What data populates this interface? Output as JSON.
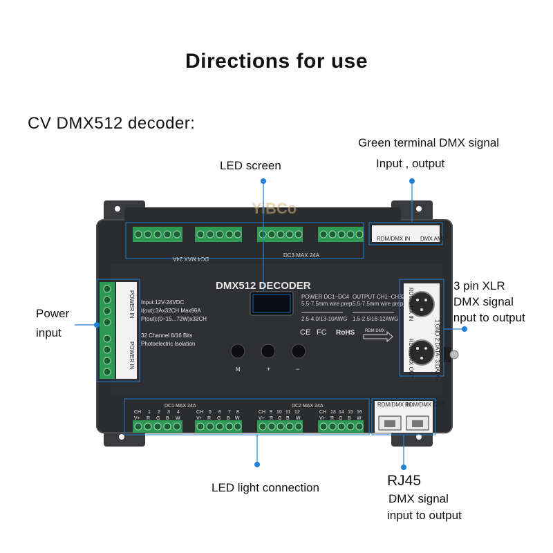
{
  "heading": {
    "title": "Directions for use",
    "subtitle": "CV DMX512 decoder:"
  },
  "callouts": {
    "led_screen": "LED screen",
    "green_terminal_line1": "Green terminal DMX signal",
    "green_terminal_line2": "Input , output",
    "xlr_line1": "3 pin XLR",
    "xlr_line2": "DMX signal",
    "xlr_line3": "input to output",
    "power_line1": "Power",
    "power_line2": "input",
    "led_light": "LED light connection",
    "rj45_title": "RJ45",
    "rj45_line1": "DMX signal",
    "rj45_line2": "input to output"
  },
  "device": {
    "brand_watermark": "YiBCo",
    "model": "DMX512 DECODER",
    "spec_input": "Input:12V-24VDC",
    "spec_iout": "I(out):3Ax32CH Max96A",
    "spec_pout": "P(out):(0~15...72W)x32CH",
    "spec_channels": "32 Channel 8/16 Bits",
    "spec_isolation": "Photoelectric Isolation",
    "power_dc": "POWER DC1~DC4",
    "power_wire": "5.5-7.5mm wire prep.",
    "power_awg": "2.5-4.0/13-10AWG",
    "output_ch": "OUTPUT CH1~CH32",
    "output_wire": "5.5-7.5mm wire prep.",
    "output_awg": "1.5-2.5/16-12AWG",
    "rohs": "RoHS",
    "ce": "CE",
    "fc": "FC",
    "rdm_dmx": "RDM DMX",
    "btn_m": "M",
    "btn_plus": "+",
    "btn_minus": "−",
    "top_dc3": "DC3 MAX 24A",
    "top_dc4": "DC4 MAX 24A",
    "bottom_dc1": "DC1 MAX 24A",
    "bottom_dc2": "DC2 MAX 24A",
    "power_in": "POWER IN",
    "dmx_amp": "DMX AMP",
    "rdm_dmx_in": "RDM/DMX IN",
    "rdm_dmx_out": "RDM/DMX OUT",
    "xlr_pins": "1:GND 2:DATA- 3:DATA+"
  },
  "bottom_groups": [
    {
      "ch": "CH",
      "nums": [
        "1",
        "2",
        "3",
        "4"
      ],
      "pins": [
        "V+",
        "R",
        "G",
        "B",
        "W"
      ]
    },
    {
      "ch": "CH",
      "nums": [
        "5",
        "6",
        "7",
        "8"
      ],
      "pins": [
        "V+",
        "R",
        "G",
        "B",
        "W"
      ]
    },
    {
      "ch": "CH",
      "nums": [
        "9",
        "10",
        "11",
        "12"
      ],
      "pins": [
        "V+",
        "R",
        "G",
        "B",
        "W"
      ]
    },
    {
      "ch": "CH",
      "nums": [
        "13",
        "14",
        "15",
        "16"
      ],
      "pins": [
        "V+",
        "R",
        "G",
        "B",
        "W"
      ]
    }
  ],
  "colors": {
    "device_body": "#2b2c2e",
    "device_edge": "#4a4b4e",
    "terminal_green": "#2e9a55",
    "callout_blue": "#1f7fd6",
    "screen": "#0b0d14"
  }
}
